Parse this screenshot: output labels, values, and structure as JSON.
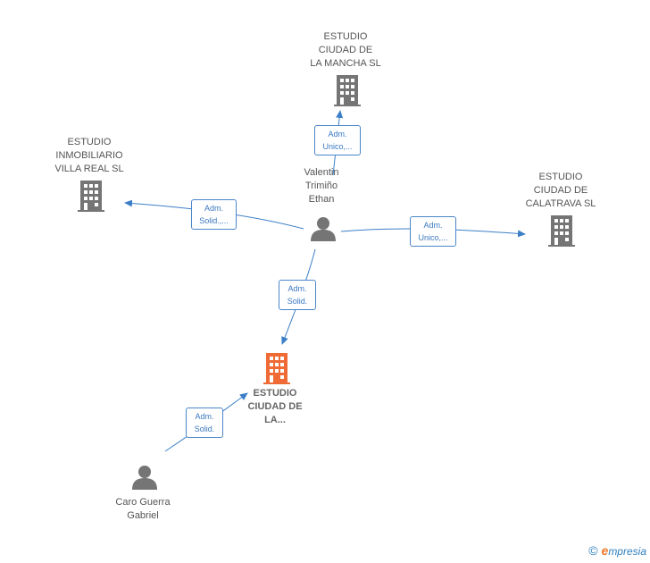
{
  "colors": {
    "building": "#757575",
    "building_main": "#f06a35",
    "person": "#757575",
    "edge": "#3c7fc7"
  },
  "nodes": {
    "la_mancha": {
      "label": [
        "ESTUDIO",
        "CIUDAD DE",
        "LA MANCHA  SL"
      ],
      "icon": "building-icon"
    },
    "villa_real": {
      "label": [
        "ESTUDIO",
        "INMOBILIARIO",
        "VILLA REAL  SL"
      ],
      "icon": "building-icon"
    },
    "calatrava": {
      "label": [
        "ESTUDIO",
        "CIUDAD DE",
        "CALATRAVA  SL"
      ],
      "icon": "building-icon"
    },
    "main": {
      "label": [
        "ESTUDIO",
        "CIUDAD DE",
        "LA..."
      ],
      "icon": "building-icon"
    },
    "valentin": {
      "label": [
        "Valentin",
        "Trimiño",
        "Ethan"
      ],
      "icon": "person-icon"
    },
    "caro": {
      "label": [
        "Caro Guerra",
        "Gabriel"
      ],
      "icon": "person-icon"
    }
  },
  "edges": {
    "e1": [
      "Adm.",
      "Unico,..."
    ],
    "e2": [
      "Adm.",
      "Solid.,..."
    ],
    "e3": [
      "Adm.",
      "Unico,..."
    ],
    "e4": [
      "Adm.",
      "Solid."
    ],
    "e5": [
      "Adm.",
      "Solid."
    ]
  },
  "footer": {
    "copyright": "©",
    "brand_initial": "e",
    "brand_rest": "mpresia"
  }
}
